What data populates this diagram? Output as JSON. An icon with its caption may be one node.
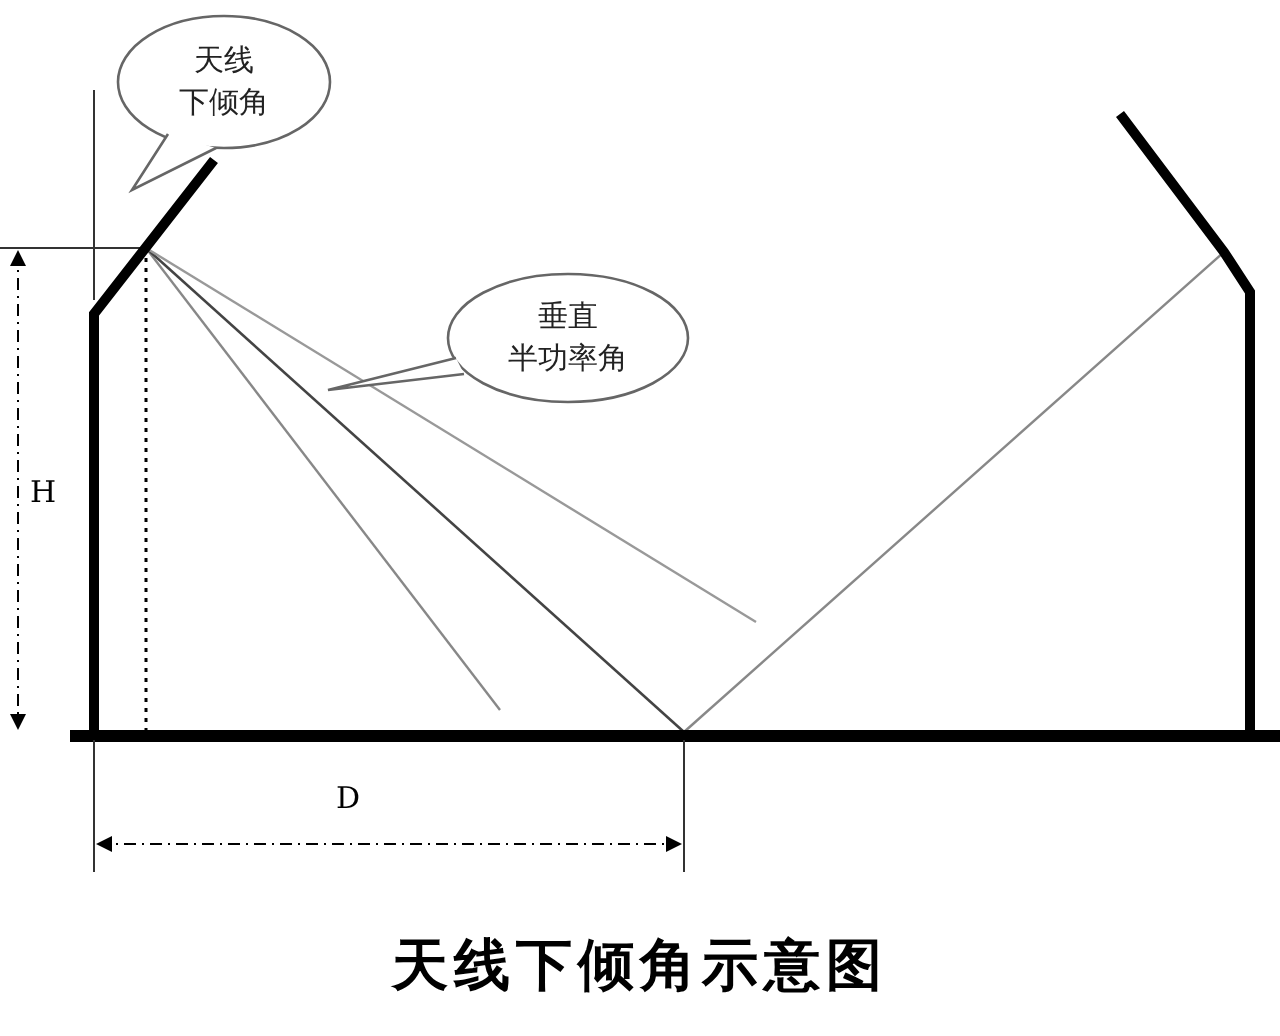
{
  "diagram": {
    "title": "天线下倾角示意图",
    "nodes": [
      {
        "text": [
          "天线下倾角"
        ]
      },
      {
        "text": [
          "垂直半功率角"
        ]
      }
    ],
    "labels": [
      "H",
      "D"
    ]
  }
}
